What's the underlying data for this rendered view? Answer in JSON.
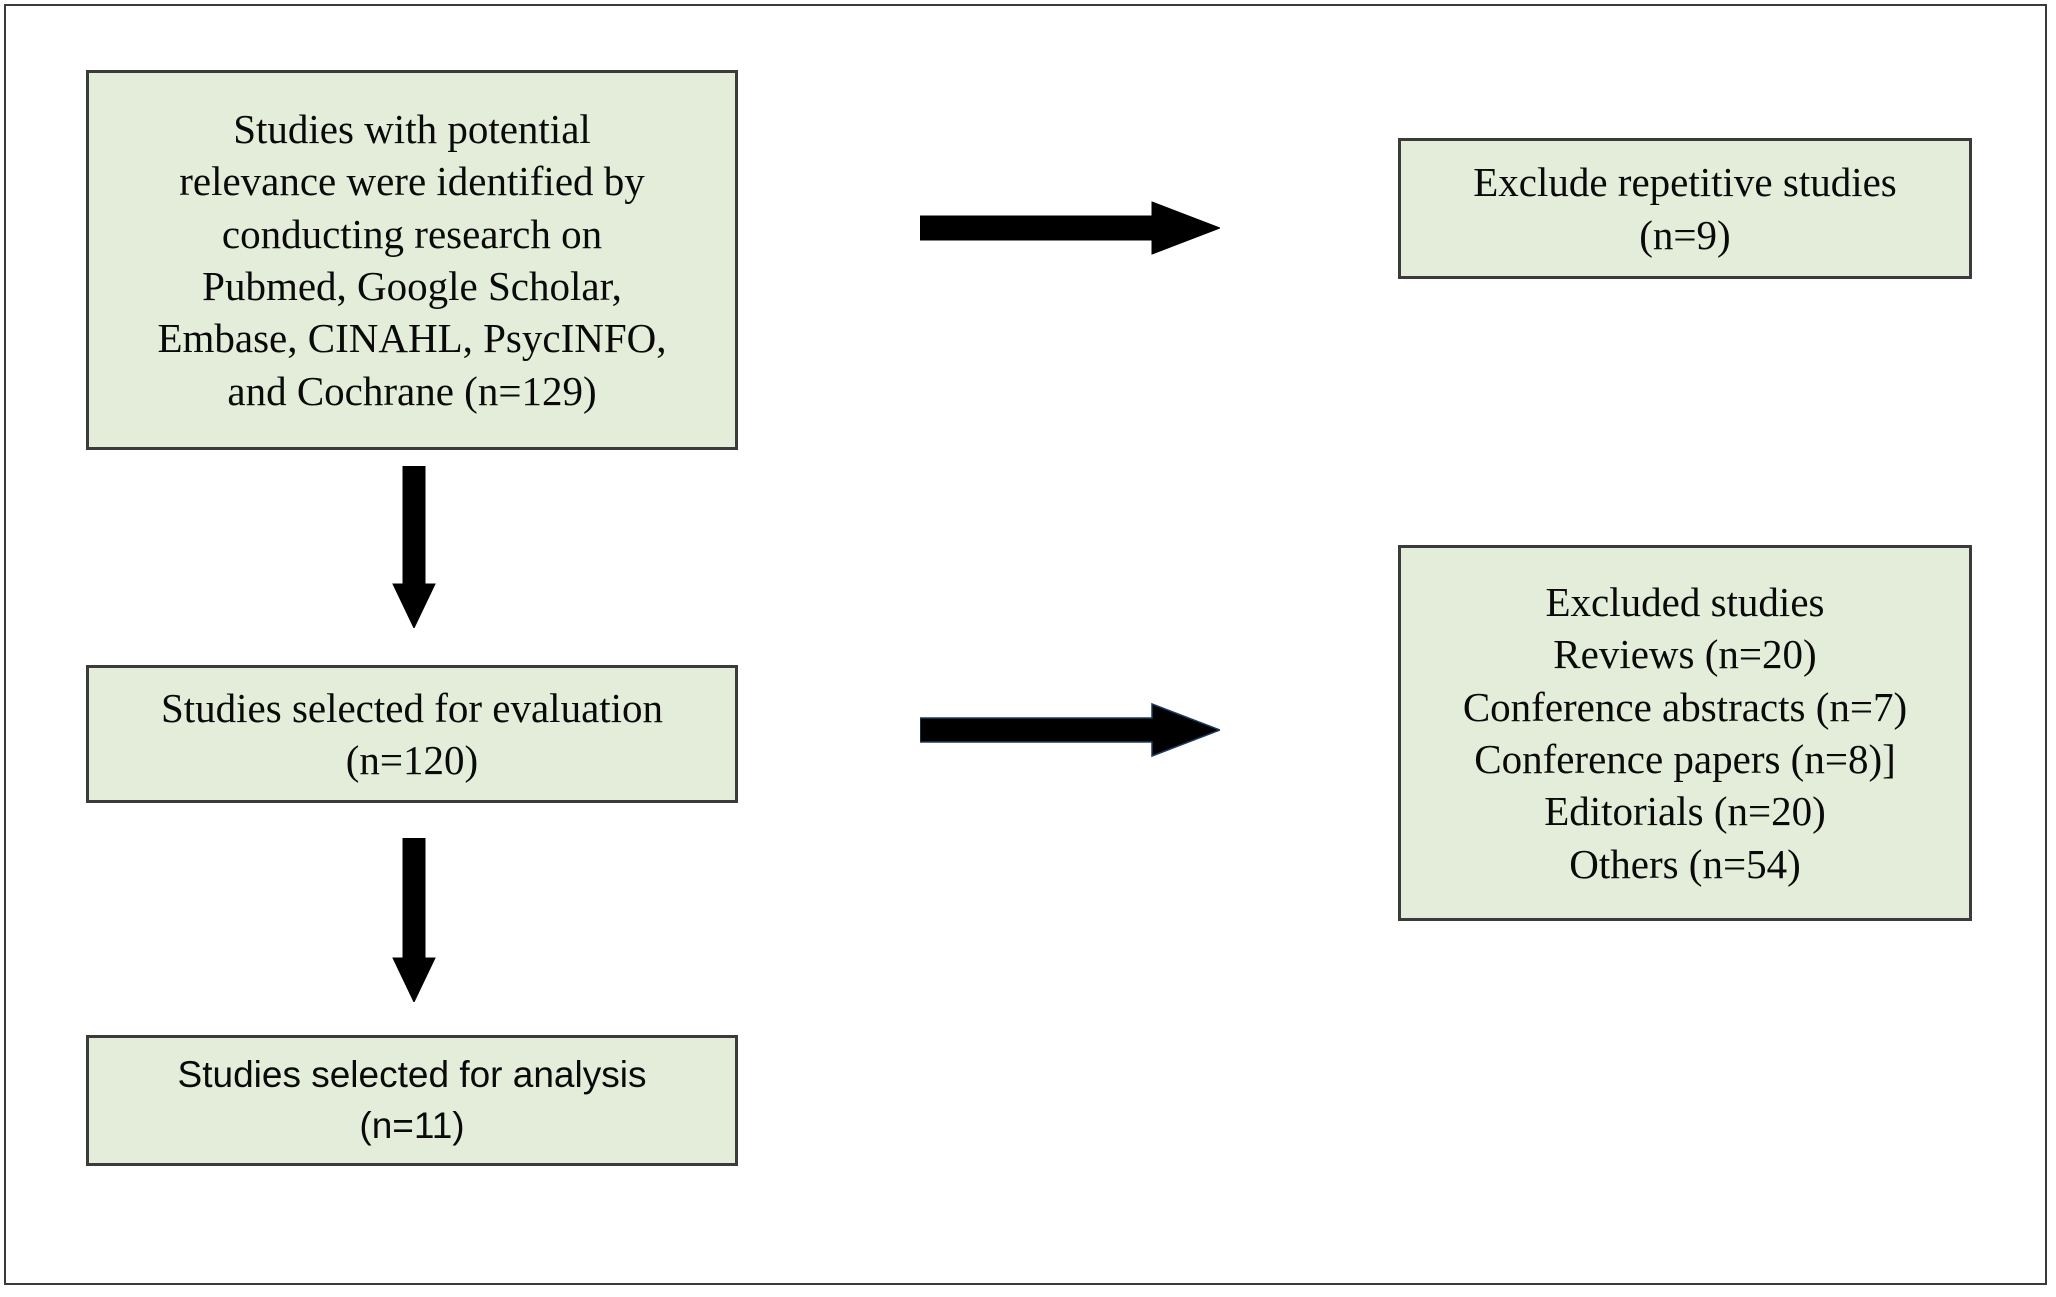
{
  "figure": {
    "type": "flowchart",
    "title": "Study selection flow diagram",
    "colors": {
      "box_fill": "#e3edd9",
      "box_border": "#3b3b3b",
      "arrow_fill": "#000000",
      "frame_border": "#3a3a3a",
      "text": "#0a0a0a"
    }
  },
  "boxes": {
    "identified": {
      "name": "records-identified",
      "lines": [
        "Studies with potential",
        "relevance were identified by",
        "conducting research on",
        "Pubmed, Google Scholar,",
        "Embase, CINAHL, PsycINFO,",
        "and Cochrane (n=129)"
      ],
      "count": 129
    },
    "evaluation": {
      "name": "studies-selected-for-evaluation",
      "lines": [
        "Studies selected for evaluation",
        "(n=120)"
      ],
      "count": 120
    },
    "analysis": {
      "name": "studies-selected-for-analysis",
      "lines": [
        "Studies selected for analysis",
        "(n=11)"
      ],
      "count": 11
    },
    "repetitive": {
      "name": "exclude-repetitive-studies",
      "lines": [
        "Exclude repetitive studies",
        "(n=9)"
      ],
      "count": 9
    },
    "excluded": {
      "name": "excluded-studies-breakdown",
      "lines": [
        "Excluded studies",
        "Reviews (n=20)",
        "Conference abstracts (n=7)",
        "Conference papers (n=8)]",
        "Editorials (n=20)",
        "Others (n=54)"
      ],
      "breakdown": [
        {
          "label": "Reviews",
          "count": 20
        },
        {
          "label": "Conference abstracts",
          "count": 7
        },
        {
          "label": "Conference papers",
          "count": 8
        },
        {
          "label": "Editorials",
          "count": 20
        },
        {
          "label": "Others",
          "count": 54
        }
      ]
    }
  },
  "arrows": [
    {
      "name": "arrow-right-top",
      "direction": "right",
      "from": "identified",
      "to": "repetitive"
    },
    {
      "name": "arrow-right-middle",
      "direction": "right",
      "from": "evaluation",
      "to": "excluded"
    },
    {
      "name": "arrow-down-top",
      "direction": "down",
      "from": "identified",
      "to": "evaluation"
    },
    {
      "name": "arrow-down-bottom",
      "direction": "down",
      "from": "evaluation",
      "to": "analysis"
    }
  ]
}
